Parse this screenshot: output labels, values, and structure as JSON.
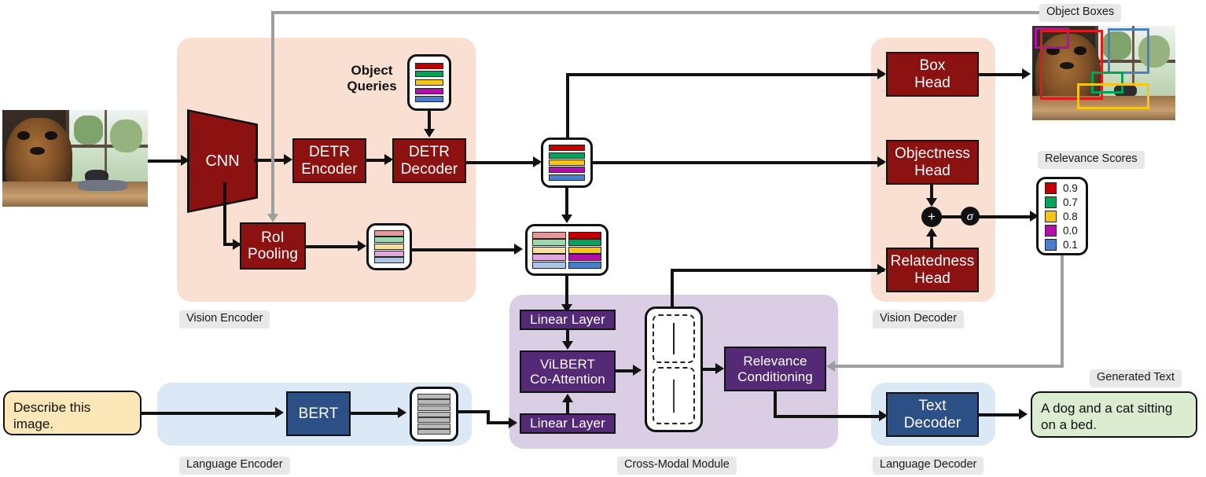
{
  "panels": {
    "vision_encoder": {
      "caption": "Vision Encoder"
    },
    "vision_decoder": {
      "caption": "Vision Decoder"
    },
    "language_encoder": {
      "caption": "Language Encoder"
    },
    "language_decoder": {
      "caption": "Language Decoder"
    },
    "cross_modal": {
      "caption": "Cross-Modal Module"
    }
  },
  "blocks": {
    "cnn": "CNN",
    "detr_encoder": "DETR\nEncoder",
    "detr_encoder_l1": "DETR",
    "detr_encoder_l2": "Encoder",
    "detr_decoder_l1": "DETR",
    "detr_decoder_l2": "Decoder",
    "roi_pooling_l1": "RoI",
    "roi_pooling_l2": "Pooling",
    "box_head_l1": "Box",
    "box_head_l2": "Head",
    "objectness_head_l1": "Objectness",
    "objectness_head_l2": "Head",
    "relatedness_head_l1": "Relatedness",
    "relatedness_head_l2": "Head",
    "linear_layer_top": "Linear Layer",
    "linear_layer_bottom": "Linear Layer",
    "vilbert_l1": "ViLBERT",
    "vilbert_l2": "Co-Attention",
    "relevance_conditioning_l1": "Relevance",
    "relevance_conditioning_l2": "Conditioning",
    "bert": "BERT",
    "text_decoder_l1": "Text",
    "text_decoder_l2": "Decoder"
  },
  "labels": {
    "object_queries_l1": "Object",
    "object_queries_l2": "Queries",
    "object_boxes": "Object Boxes",
    "relevance_scores": "Relevance Scores",
    "generated_text": "Generated Text"
  },
  "operators": {
    "sum": "+",
    "sigmoid": "σ"
  },
  "text": {
    "prompt": "Describe this image.",
    "generated": "A dog and a cat sitting on a bed."
  },
  "relevance_scores": [
    {
      "color": "#c00000",
      "value": "0.9"
    },
    {
      "color": "#00a359",
      "value": "0.7"
    },
    {
      "color": "#f5c518",
      "value": "0.8"
    },
    {
      "color": "#b010a8",
      "value": "0.0"
    },
    {
      "color": "#4a7ec9",
      "value": "0.1"
    }
  ],
  "token_colors": {
    "saturated": [
      "#c00000",
      "#00a359",
      "#f5c518",
      "#b010a8",
      "#4a7ec9"
    ],
    "pale": [
      "#e09898",
      "#9ad9ae",
      "#f7e09a",
      "#e2a8dc",
      "#aec4e5"
    ]
  },
  "object_boxes": [
    {
      "color": "#b010a8"
    },
    {
      "color": "#e01b1b"
    },
    {
      "color": "#4a7ec9"
    },
    {
      "color": "#00a359"
    },
    {
      "color": "#f5c518"
    }
  ],
  "colors": {
    "block_red": "#8c1111",
    "block_purple": "#542a76",
    "block_blue": "#2c4f86",
    "panel_vision": "#fae0d2",
    "panel_language": "#dbe8f5",
    "panel_crossmodal": "#d9cee3",
    "caption_bg": "#e8e8e8",
    "prompt_bg": "#fbe7b8",
    "output_bg": "#dcecd0",
    "connector": "#111111",
    "connector_gray": "#9e9e9e"
  }
}
